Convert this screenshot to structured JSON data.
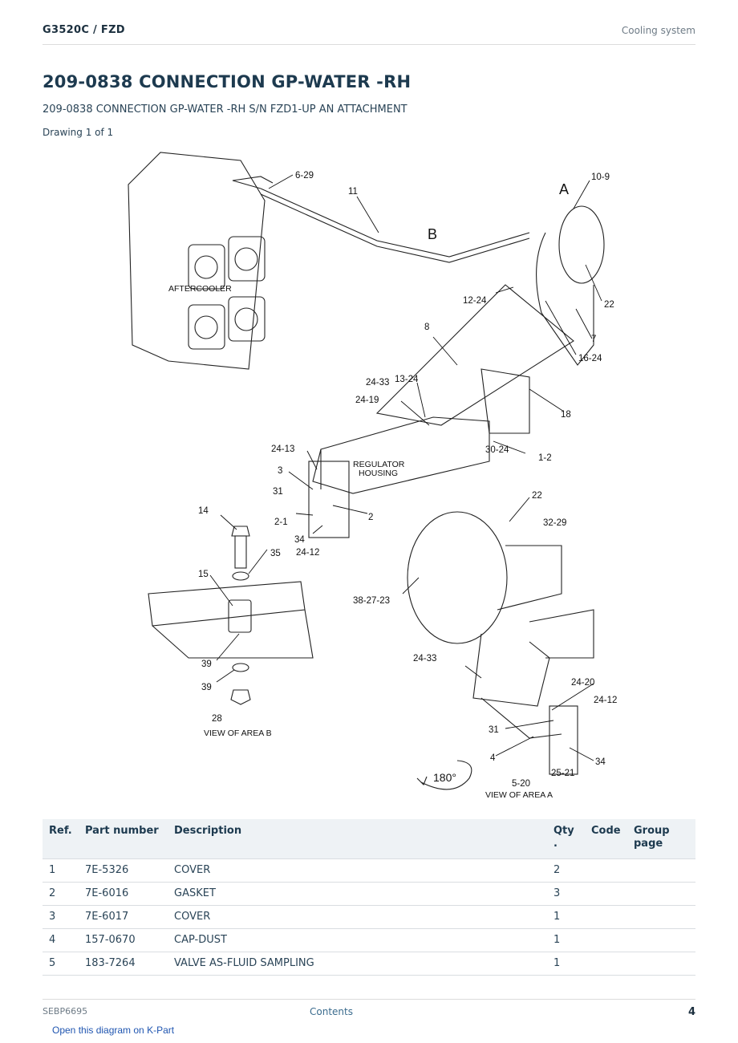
{
  "header": {
    "model": "G3520C  /  FZD",
    "section": "Cooling system"
  },
  "title": "209-0838 CONNECTION GP-WATER -RH",
  "subtitle": "209-0838 CONNECTION GP-WATER -RH S/N FZD1-UP AN ATTACHMENT",
  "drawing_count": "Drawing 1 of 1",
  "diagram": {
    "callouts": [
      "6-29",
      "11",
      "A",
      "10-9",
      "B",
      "22",
      "12-24",
      "7",
      "8",
      "16-24",
      "24-33",
      "13-24",
      "24-19",
      "18",
      "30-24",
      "1-2",
      "24-13",
      "3",
      "2",
      "31",
      "2-1",
      "34",
      "24-12",
      "22",
      "32-29",
      "14",
      "35",
      "15",
      "38-27-23",
      "39",
      "39",
      "28",
      "24-33",
      "24-20",
      "24-12",
      "31",
      "4",
      "34",
      "25-21",
      "5-20",
      "180°"
    ],
    "text_labels": {
      "aftercooler": "AFTERCOOLER",
      "regulator_1": "REGULATOR",
      "regulator_2": "HOUSING",
      "view_b": "VIEW OF AREA B",
      "view_a": "VIEW OF AREA A"
    }
  },
  "table": {
    "headers": {
      "ref": "Ref.",
      "part_number": "Part number",
      "description": "Description",
      "qty_1": "Qty",
      "qty_2": ".",
      "code": "Code",
      "group_1": "Group",
      "group_2": "page"
    },
    "rows": [
      {
        "ref": "1",
        "part_number": "7E-5326",
        "description": "COVER",
        "qty": "2",
        "code": "",
        "group_page": ""
      },
      {
        "ref": "2",
        "part_number": "7E-6016",
        "description": "GASKET",
        "qty": "3",
        "code": "",
        "group_page": ""
      },
      {
        "ref": "3",
        "part_number": "7E-6017",
        "description": "COVER",
        "qty": "1",
        "code": "",
        "group_page": ""
      },
      {
        "ref": "4",
        "part_number": "157-0670",
        "description": "CAP-DUST",
        "qty": "1",
        "code": "",
        "group_page": ""
      },
      {
        "ref": "5",
        "part_number": "183-7264",
        "description": "VALVE AS-FLUID SAMPLING",
        "qty": "1",
        "code": "",
        "group_page": ""
      }
    ]
  },
  "footer": {
    "doc_id": "SEBP6695",
    "contents": "Contents",
    "page": "4"
  },
  "kpart_link": "Open this diagram on K-Part"
}
